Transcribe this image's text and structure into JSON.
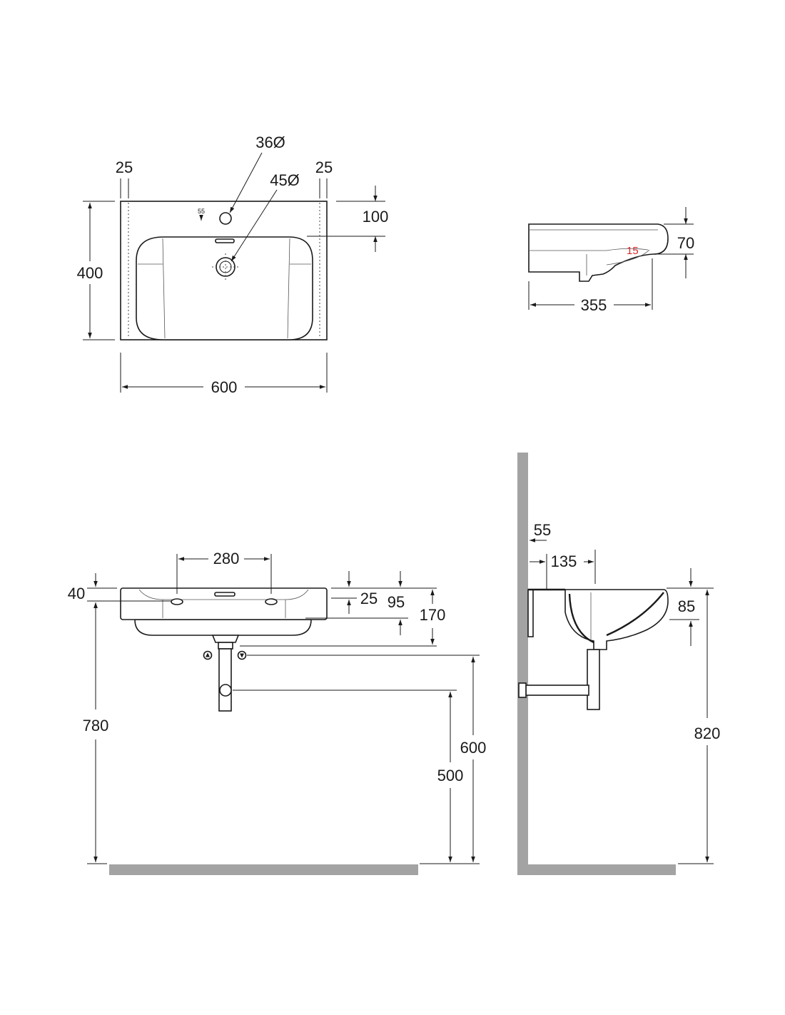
{
  "top_view": {
    "width": "600",
    "depth": "400",
    "side_margin_left": "25",
    "side_margin_right": "25",
    "tap_hole": "36Ø",
    "drain": "45Ø",
    "tap_offset": "55",
    "rim_to_bowl": "100"
  },
  "section_view": {
    "angle": "15",
    "rim_height": "70",
    "depth": "355"
  },
  "front_view": {
    "mount_hole_spacing": "280",
    "top_offset": "40",
    "hole_offset": "25",
    "rim_depth": "95",
    "total_height": "170",
    "floor_to_top": "780",
    "floor_to_waste": "600",
    "floor_to_trap": "500"
  },
  "side_view": {
    "wall_gap": "55",
    "wall_to_drain": "135",
    "front_height": "85",
    "floor_to_rim": "820"
  },
  "colors": {
    "line": "#1a1a1a",
    "wall": "#a3a3a3",
    "angle_mark": "#d9262a"
  }
}
